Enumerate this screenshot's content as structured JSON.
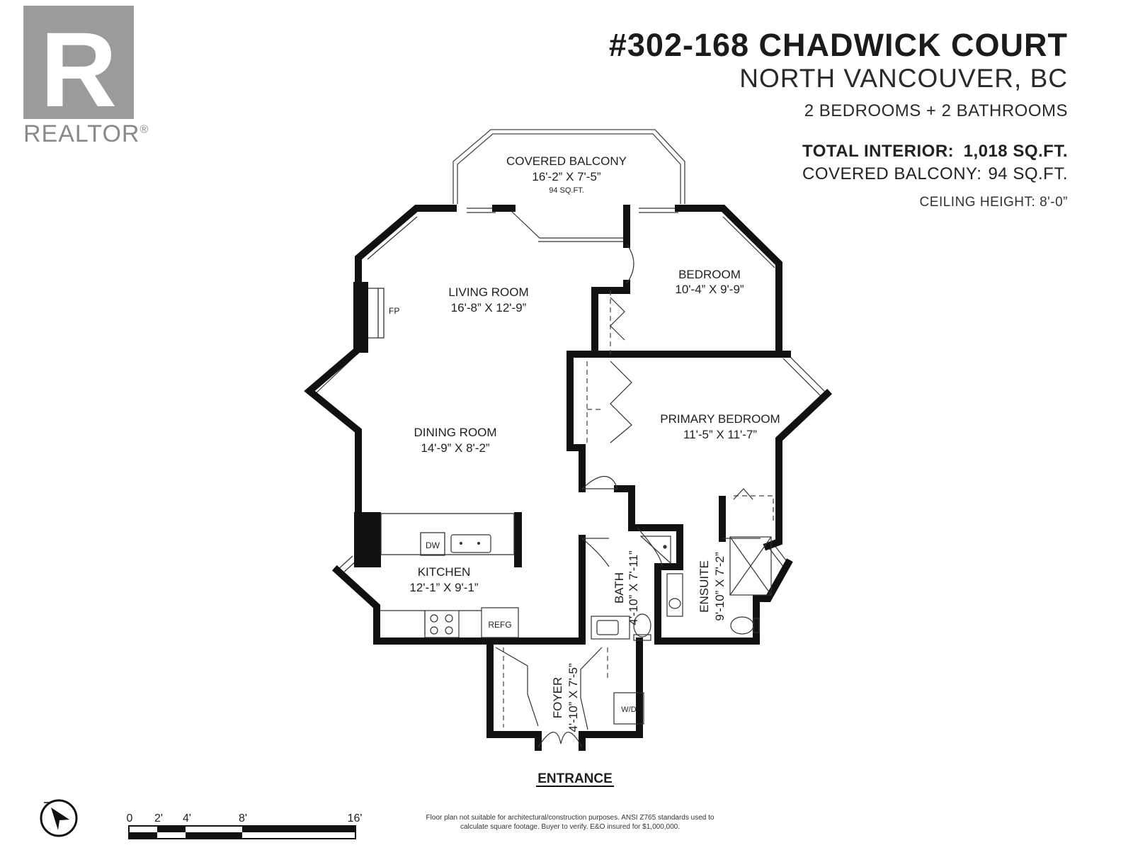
{
  "header": {
    "address": "#302-168 CHADWICK COURT",
    "city": "NORTH VANCOUVER, BC",
    "rooms_summary": "2 BEDROOMS + 2 BATHROOMS",
    "total_interior_label": "TOTAL INTERIOR:",
    "total_interior_value": "1,018 SQ.FT.",
    "balcony_label": "COVERED BALCONY:",
    "balcony_value": "94 SQ.FT.",
    "ceiling": "CEILING HEIGHT: 8'-0”"
  },
  "logo": {
    "text": "REALTOR",
    "mark": "®",
    "letter": "R"
  },
  "rooms": {
    "balcony": {
      "name": "COVERED BALCONY",
      "dims": "16'-2” X 7'-5”",
      "area": "94 SQ.FT."
    },
    "living": {
      "name": "LIVING ROOM",
      "dims": "16'-8” X 12'-9”"
    },
    "fireplace": "FP",
    "bedroom": {
      "name": "BEDROOM",
      "dims": "10'-4” X 9'-9”"
    },
    "dining": {
      "name": "DINING ROOM",
      "dims": "14'-9” X 8'-2”"
    },
    "primary": {
      "name": "PRIMARY BEDROOM",
      "dims": "11'-5” X 11'-7”"
    },
    "kitchen": {
      "name": "KITCHEN",
      "dims": "12'-1” X 9'-1”"
    },
    "bath": {
      "name": "BATH",
      "dims": "4'-10” X 7'-11”"
    },
    "ensuite": {
      "name": "ENSUITE",
      "dims": "9'-10” X 7'-2”"
    },
    "foyer": {
      "name": "FOYER",
      "dims": "4'-10” X 7'-5”"
    }
  },
  "fixtures": {
    "dishwasher": "DW",
    "fridge": "REFG",
    "washer_dryer": "W/D"
  },
  "entrance": "ENTRANCE",
  "scale": {
    "labels": [
      "0",
      "2'",
      "4'",
      "8'",
      "16'"
    ]
  },
  "disclaimer": "Floor plan not suitable for architectural/construction purposes. ANSI Z765 standards used to calculate square footage. Buyer to verify. E&O insured for $1,000,000."
}
